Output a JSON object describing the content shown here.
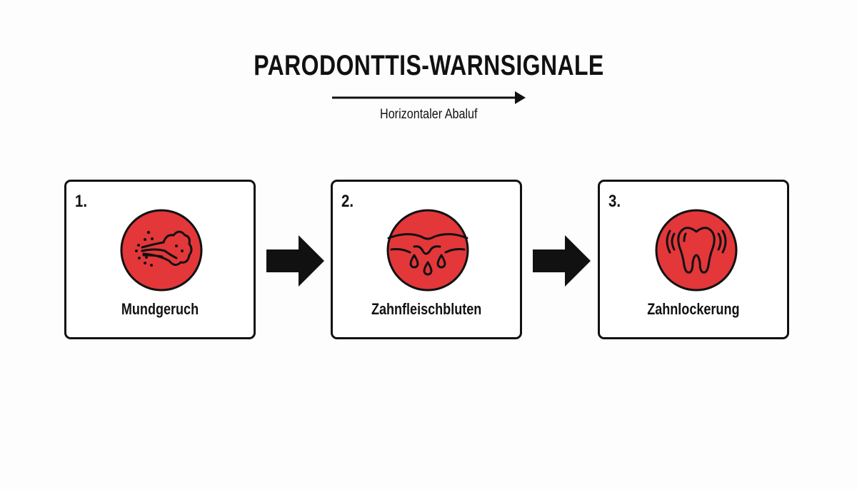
{
  "title": "PARODONTTIS-WARNSIGNALE",
  "flow": {
    "direction_label": "Horizontaler Abaluf",
    "arrow_icon": "long-right-arrow-icon"
  },
  "colors": {
    "icon_fill": "#E3373A",
    "stroke": "#111111",
    "background": "#FDFDFD"
  },
  "steps": [
    {
      "number": "1.",
      "label": "Mundgeruch",
      "icon": "bad-breath-icon"
    },
    {
      "number": "2.",
      "label": "Zahnfleischbluten",
      "icon": "bleeding-gums-icon"
    },
    {
      "number": "3.",
      "label": "Zahnlockerung",
      "icon": "loose-tooth-icon"
    }
  ],
  "connectors": [
    {
      "icon": "right-arrow-icon"
    },
    {
      "icon": "right-arrow-icon"
    }
  ]
}
